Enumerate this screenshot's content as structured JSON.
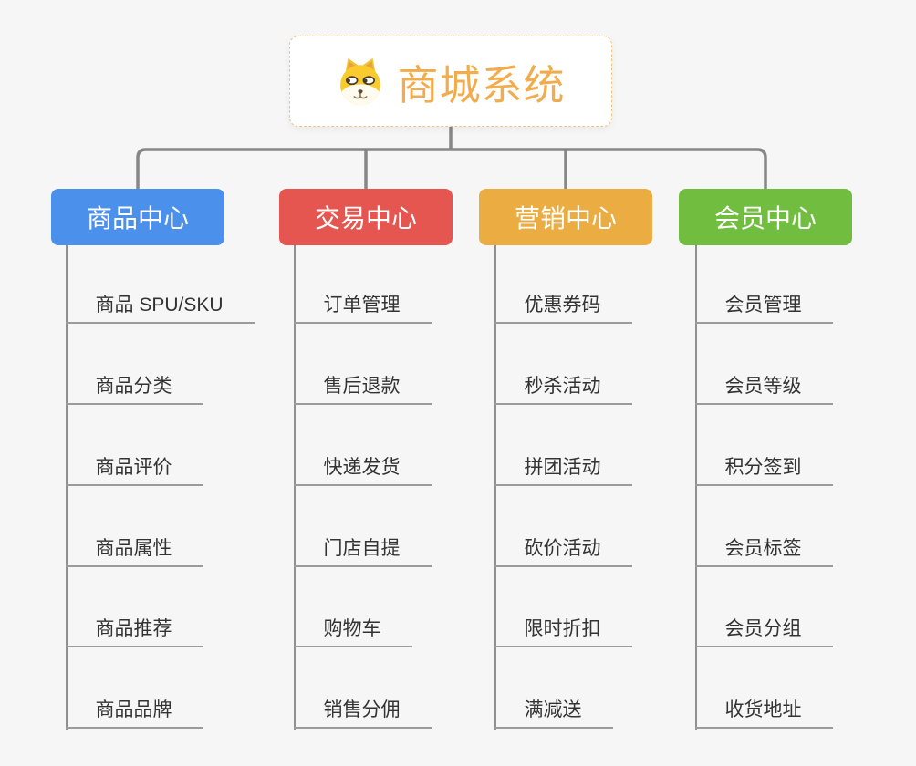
{
  "root": {
    "label": "商城系统",
    "icon": "dog-face-icon"
  },
  "theme": {
    "bg": "#F6F6F6",
    "line": "#878787",
    "rail": "#909090",
    "underline": "#9B9B9B",
    "item_text": "#333333",
    "title": "#F0AC4D",
    "root_border": "#F0C382",
    "branch_text": "#FFFFFF"
  },
  "branches": [
    {
      "label": "商品中心",
      "color": "#4B90EB",
      "items": [
        "商品 SPU/SKU",
        "商品分类",
        "商品评价",
        "商品属性",
        "商品推荐",
        "商品品牌"
      ]
    },
    {
      "label": "交易中心",
      "color": "#E4564F",
      "items": [
        "订单管理",
        "售后退款",
        "快递发货",
        "门店自提",
        "购物车",
        "销售分佣"
      ]
    },
    {
      "label": "营销中心",
      "color": "#EBAD41",
      "items": [
        "优惠券码",
        "秒杀活动",
        "拼团活动",
        "砍价活动",
        "限时折扣",
        "满减送"
      ]
    },
    {
      "label": "会员中心",
      "color": "#70BD40",
      "items": [
        "会员管理",
        "会员等级",
        "积分签到",
        "会员标签",
        "会员分组",
        "收货地址"
      ]
    }
  ]
}
